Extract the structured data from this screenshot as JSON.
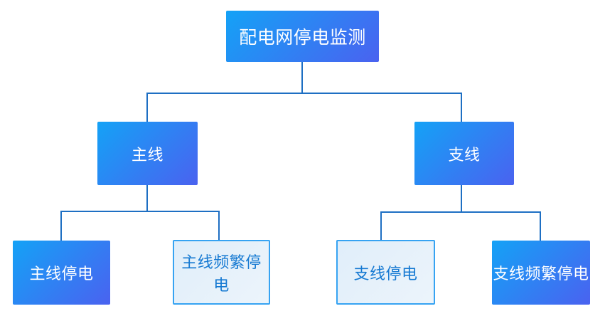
{
  "diagram": {
    "title": "配电网停电监测",
    "nodes": {
      "root": {
        "label": "配电网停电监测",
        "style": "solid-gradient"
      },
      "main_line": {
        "label": "主线",
        "style": "solid-gradient"
      },
      "branch_line": {
        "label": "支线",
        "style": "solid-gradient"
      },
      "main_outage": {
        "label": "主线停电",
        "style": "solid-gradient"
      },
      "main_frequent_outage": {
        "label": "主线频繁停电",
        "style": "light-outline"
      },
      "branch_outage": {
        "label": "支线停电",
        "style": "light-outline"
      },
      "branch_frequent_outage": {
        "label": "支线频繁停电",
        "style": "solid-gradient"
      }
    },
    "hierarchy": {
      "root": "配电网停电监测",
      "children": [
        {
          "label": "主线",
          "children": [
            "主线停电",
            "主线频繁停电"
          ]
        },
        {
          "label": "支线",
          "children": [
            "支线停电",
            "支线频繁停电"
          ]
        }
      ]
    },
    "colors": {
      "node_gradient_start": "#14a2f6",
      "node_gradient_end": "#4a62f0",
      "node_text": "#ffffff",
      "outline_node_bg": "#e6f1fb",
      "outline_node_border": "#36a3f2",
      "outline_node_text": "#1579d2",
      "connector": "#1e6fc3",
      "background": "#ffffff"
    }
  }
}
